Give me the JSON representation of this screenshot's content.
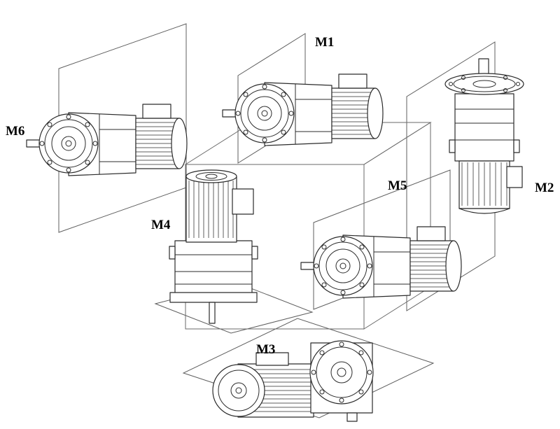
{
  "diagram": {
    "labels": {
      "m1": "M1",
      "m2": "M2",
      "m3": "M3",
      "m4": "M4",
      "m5": "M5",
      "m6": "M6"
    },
    "colors": {
      "line": "#2b2b2b",
      "plane": "#5f5f5f",
      "cube": "#6a6a6a",
      "label": "#000000",
      "background": "#ffffff"
    }
  }
}
